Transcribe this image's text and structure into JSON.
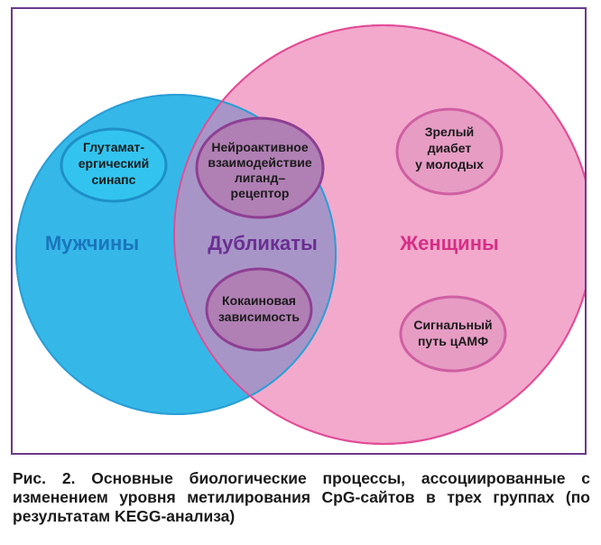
{
  "diagram": {
    "sets": [
      {
        "id": "men",
        "label": "Мужчины",
        "fill": "#35b8e8",
        "stroke": "#2a9fd6",
        "label_color": "#1b75bc"
      },
      {
        "id": "women",
        "label": "Женщины",
        "fill": "#f2a9cc",
        "stroke": "#e24d97",
        "label_color": "#d52f86"
      }
    ],
    "overlap": {
      "label": "Дубликаты",
      "fill": "#a895c7",
      "label_color": "#6a2f92"
    },
    "nodes": [
      {
        "id": "glutamate",
        "set": "men",
        "lines": [
          "Глутамат-",
          "ергический",
          "синапс"
        ],
        "fill": "#32c4ef",
        "stroke": "#1e8fc8"
      },
      {
        "id": "neuroactive",
        "set": "overlap",
        "lines": [
          "Нейроактивное",
          "взаимодействие",
          "лиганд–",
          "рецептор"
        ],
        "fill": "#b07fb4",
        "stroke": "#8e3f93"
      },
      {
        "id": "cocaine",
        "set": "overlap",
        "lines": [
          "Кокаиновая",
          "зависимость"
        ],
        "fill": "#b07fb4",
        "stroke": "#8e3f93"
      },
      {
        "id": "diabetes",
        "set": "women",
        "lines": [
          "Зрелый",
          "диабет",
          "у молодых"
        ],
        "fill": "#e79cc4",
        "stroke": "#cf5fa2"
      },
      {
        "id": "camp",
        "set": "women",
        "lines": [
          "Сигнальный",
          "путь цАМФ"
        ],
        "fill": "#e79cc4",
        "stroke": "#cf5fa2"
      }
    ]
  },
  "caption": "Рис. 2. Основные биологические процессы, ассоциированные с изменением уровня метилирования CpG-сайтов в трех группах (по результатам KEGG-анализа)"
}
